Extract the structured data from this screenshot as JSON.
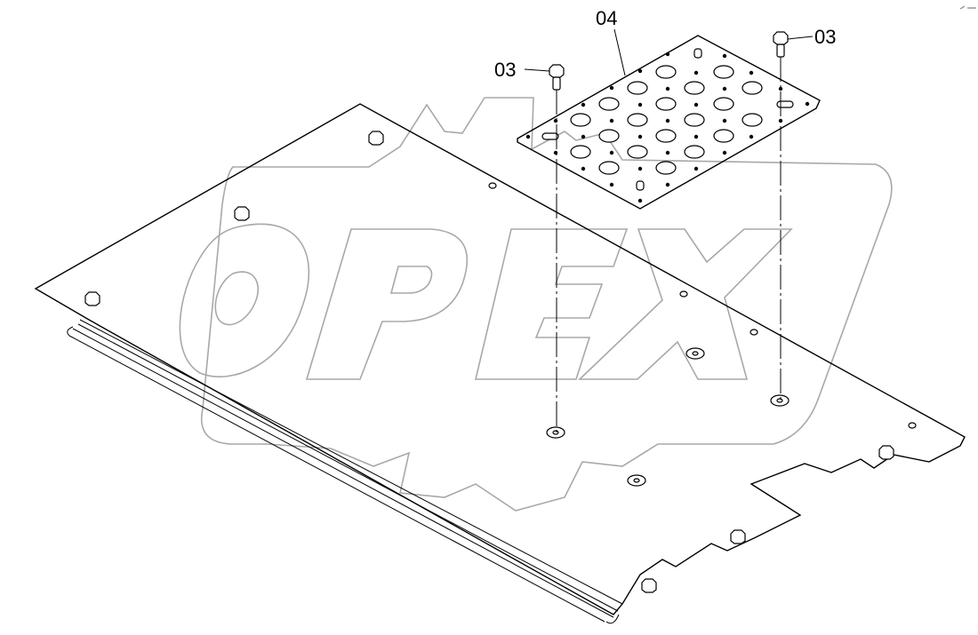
{
  "diagram": {
    "type": "exploded-parts-view",
    "watermark": {
      "text": "OPEX",
      "color": "#a8a8a8"
    },
    "line_color": "#000000",
    "background": "#ffffff",
    "callouts": [
      {
        "id": "callout-04",
        "label": "04",
        "part": "perforated step plate"
      },
      {
        "id": "callout-03-left",
        "label": "03",
        "part": "hex bolt"
      },
      {
        "id": "callout-03-right",
        "label": "03",
        "part": "hex bolt"
      }
    ],
    "parts": {
      "floor_plate": "main floor panel with stepped notched edge",
      "step_plate": "perforated anti-slip plate",
      "edge_trim": "rubber edge seal strip"
    }
  }
}
